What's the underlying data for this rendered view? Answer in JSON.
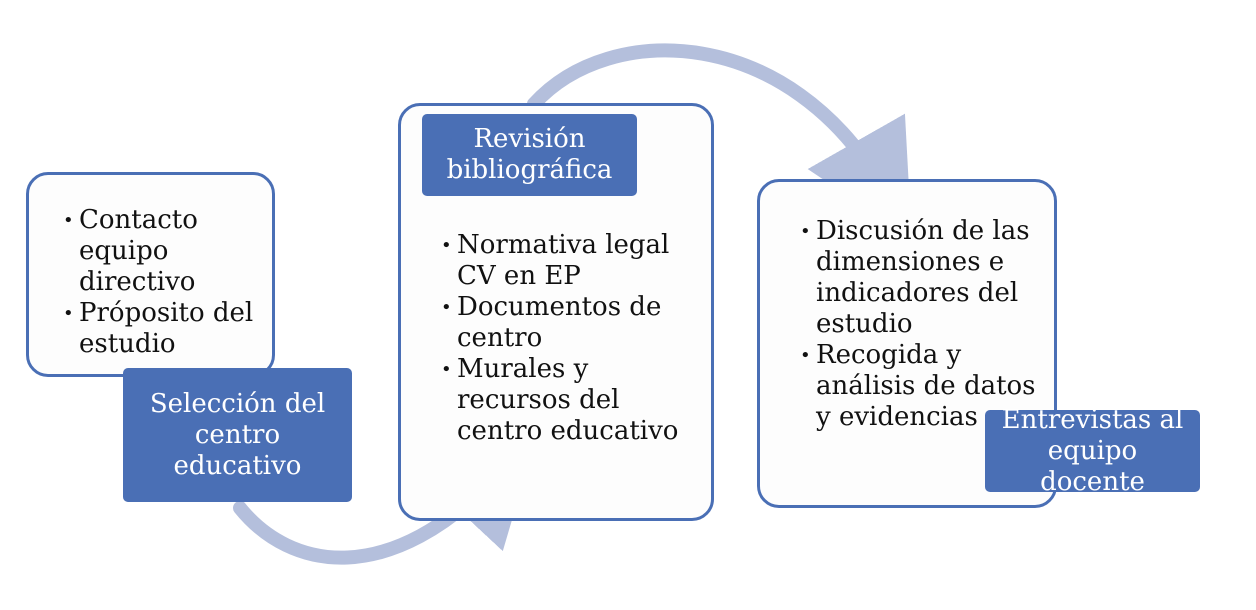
{
  "diagram": {
    "steps": [
      {
        "title": "Selección del centro educativo",
        "items": [
          "Contacto equipo directivo",
          "Próposito del estudio"
        ]
      },
      {
        "title": "Revisión bibliográfica",
        "items": [
          "Normativa legal CV en EP",
          "Documentos de centro",
          "Murales y recursos del centro educativo"
        ]
      },
      {
        "title": "Entrevistas al equipo docente",
        "items": [
          "Discusión de las dimensiones e indicadores del estudio",
          "Recogida y análisis de datos y evidencias"
        ]
      }
    ],
    "colors": {
      "card_border": "#4a6fb5",
      "label_fill": "#4a6fb5",
      "arrow": "#b4bfdc"
    }
  }
}
